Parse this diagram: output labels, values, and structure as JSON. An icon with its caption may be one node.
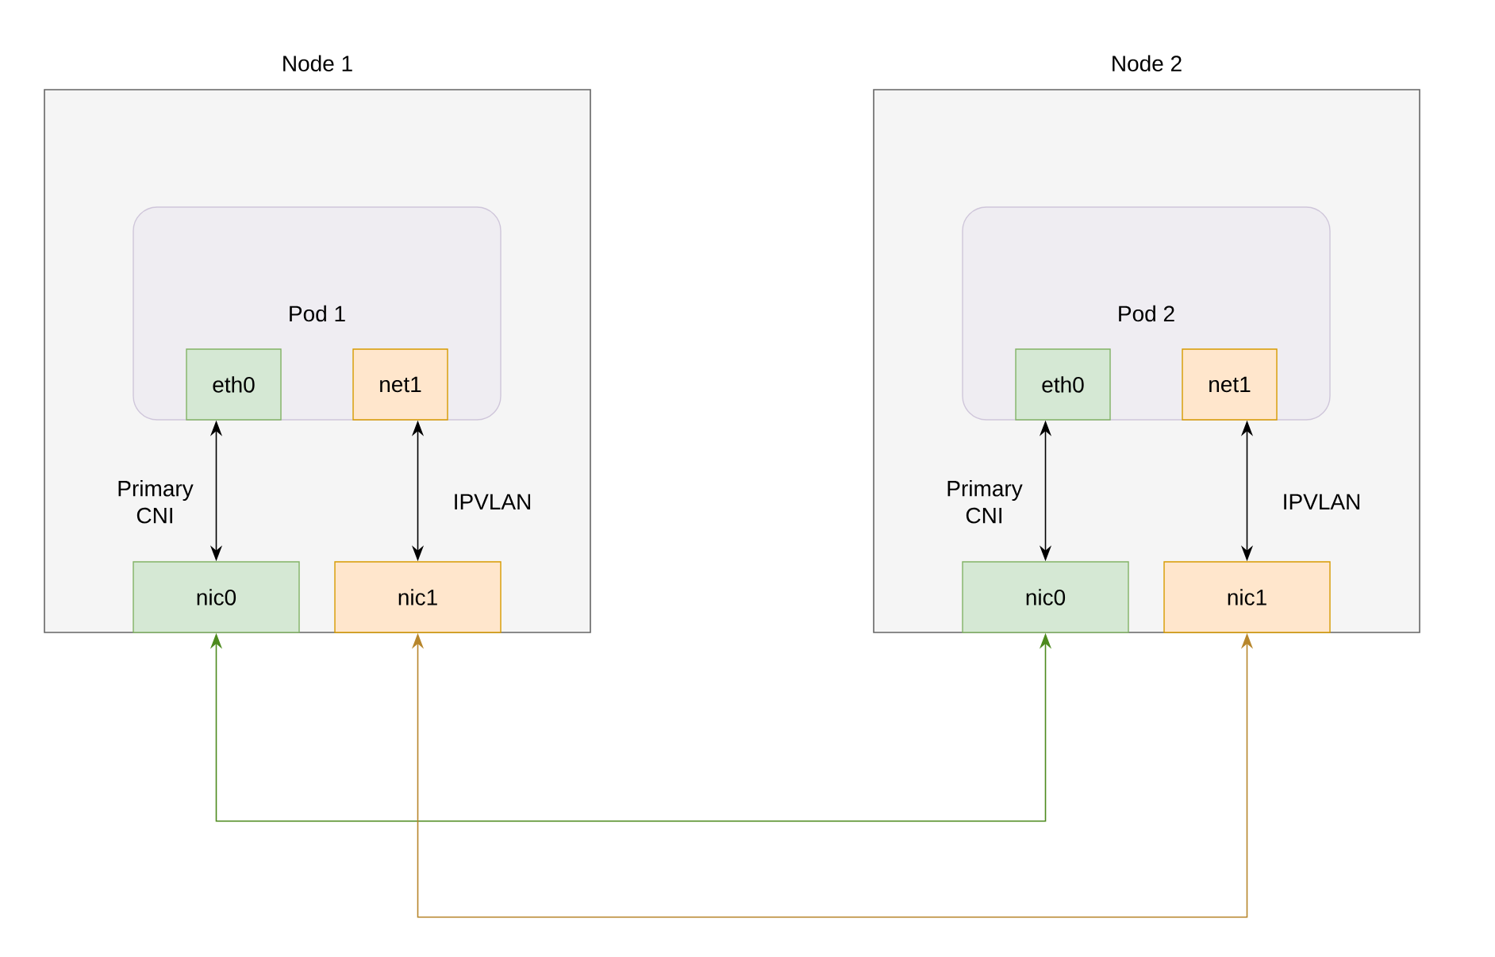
{
  "diagram": {
    "nodes": [
      {
        "text": [
          "Node 1"
        ]
      },
      {
        "text": [
          "Pod 1"
        ],
        "in": 0
      },
      {
        "text": [
          "eth0"
        ],
        "in": 1
      },
      {
        "text": [
          "net1"
        ],
        "in": 1
      },
      {
        "text": [
          "nic0"
        ],
        "in": 0
      },
      {
        "text": [
          "nic1"
        ],
        "in": 0
      },
      {
        "text": [
          "Node 2"
        ]
      },
      {
        "text": [
          "Pod 2"
        ],
        "in": 6
      },
      {
        "text": [
          "eth0"
        ],
        "in": 7
      },
      {
        "text": [
          "net1"
        ],
        "in": 7
      },
      {
        "text": [
          "nic0"
        ],
        "in": 6
      },
      {
        "text": [
          "nic1"
        ],
        "in": 6
      }
    ],
    "edges": [
      {
        "from": 2,
        "to": 4,
        "arrow": "both",
        "label": "Primary CNI",
        "color": "#000000"
      },
      {
        "from": 3,
        "to": 5,
        "arrow": "both",
        "label": "IPVLAN",
        "color": "#000000"
      },
      {
        "from": 8,
        "to": 10,
        "arrow": "both",
        "label": "Primary CNI",
        "color": "#000000"
      },
      {
        "from": 9,
        "to": 11,
        "arrow": "both",
        "label": "IPVLAN",
        "color": "#000000"
      },
      {
        "from": 4,
        "to": 10,
        "arrow": "both",
        "color": "#4d8a1e"
      },
      {
        "from": 5,
        "to": 11,
        "arrow": "both",
        "color": "#b7862c"
      }
    ]
  }
}
